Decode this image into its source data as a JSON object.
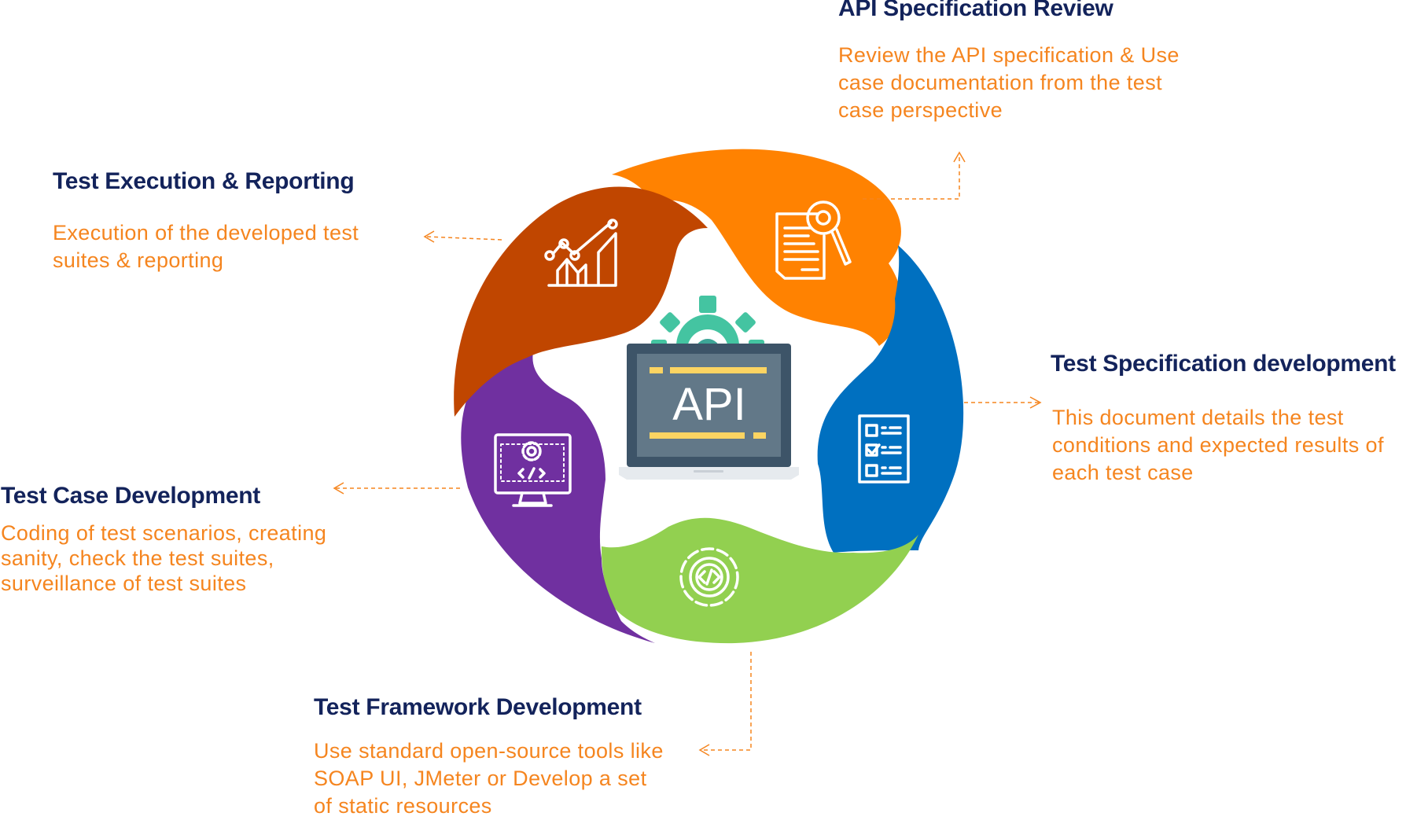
{
  "center": {
    "label": "API"
  },
  "steps": [
    {
      "id": "api-spec-review",
      "title": "API Specification Review",
      "desc": [
        "Review  the API specification & Use",
        "case documentation  from the test",
        "case perspective"
      ],
      "color": "#ff8201",
      "icon": "document-magnifier-icon"
    },
    {
      "id": "test-spec-dev",
      "title": "Test Specification development",
      "desc": [
        "This document details the test",
        "conditions and expected results of",
        "each test case"
      ],
      "color": "#0070c0",
      "icon": "checklist-icon"
    },
    {
      "id": "test-framework-dev",
      "title": "Test Framework Development",
      "desc": [
        "Use standard open-source tools like",
        "SOAP UI, JMeter or Develop a set",
        "of static resources"
      ],
      "color": "#92d050",
      "icon": "gear-code-icon"
    },
    {
      "id": "test-case-dev",
      "title": "Test Case Development",
      "desc": [
        "Coding of test scenarios, creating",
        "sanity, check the test suites,",
        "surveillance of test suites"
      ],
      "color": "#7030a0",
      "icon": "monitor-gear-code-icon"
    },
    {
      "id": "test-exec-report",
      "title": "Test Execution & Reporting",
      "desc": [
        "Execution  of the developed  test",
        "suites & reporting"
      ],
      "color": "#c04600",
      "icon": "growth-chart-icon"
    }
  ],
  "colors": {
    "title": "#13235b",
    "description": "#f5851f",
    "connector": "#f5851f",
    "laptop_frame": "#3d5468",
    "laptop_screen": "#627888",
    "laptop_accent": "#fcd462",
    "gear": "#44c4a1"
  }
}
